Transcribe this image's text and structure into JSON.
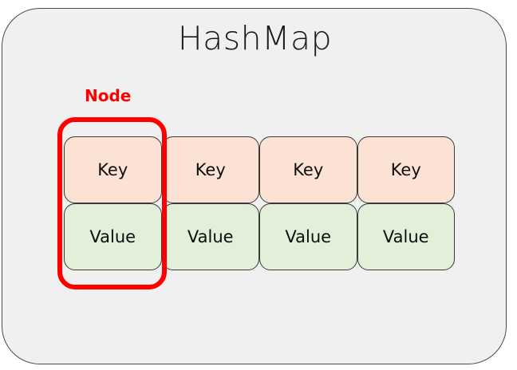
{
  "diagram": {
    "title": "HashMap",
    "background_color": "#ffffff",
    "container": {
      "fill": "#f0f0f0",
      "border_color": "#4a4a4a"
    },
    "annotation": {
      "label": "Node",
      "color": "#ff0000",
      "highlight_stroke": "#ff0000"
    },
    "key_row": {
      "fill": "#fbe2d5",
      "cells": [
        {
          "label": "Key"
        },
        {
          "label": "Key"
        },
        {
          "label": "Key"
        },
        {
          "label": "Key"
        }
      ]
    },
    "value_row": {
      "fill": "#e2efd9",
      "cells": [
        {
          "label": "Value"
        },
        {
          "label": "Value"
        },
        {
          "label": "Value"
        },
        {
          "label": "Value"
        }
      ]
    }
  }
}
